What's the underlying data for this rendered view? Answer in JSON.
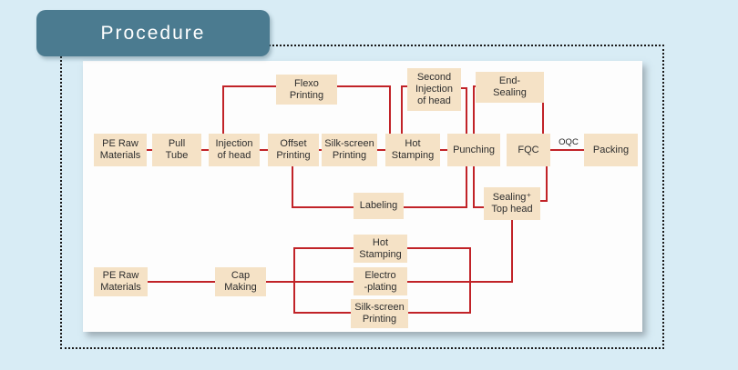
{
  "title": "Procedure",
  "colors": {
    "background": "#d8ecf5",
    "banner_teal": "#4b7b90",
    "panel_white": "#fdfdfd",
    "node_fill": "#f5e2c6",
    "connector_red": "#c12328",
    "dotted_border": "#1a1a1a"
  },
  "flowchart": {
    "edge_label": "OQC",
    "nodes": {
      "pe_raw_1": {
        "label": "PE Raw\nMaterials"
      },
      "pull_tube": {
        "label": "Pull\nTube"
      },
      "injection_head": {
        "label": "Injection\nof head"
      },
      "offset_printing": {
        "label": "Offset\nPrinting"
      },
      "silkscreen_1": {
        "label": "Silk-screen\nPrinting"
      },
      "hot_stamping_1": {
        "label": "Hot\nStamping"
      },
      "punching": {
        "label": "Punching"
      },
      "fqc": {
        "label": "FQC"
      },
      "packing": {
        "label": "Packing"
      },
      "flexo_printing": {
        "label": "Flexo\nPrinting"
      },
      "second_injection": {
        "label": "Second\nInjection\nof head"
      },
      "end_sealing": {
        "label": "End-\nSealing"
      },
      "labeling": {
        "label": "Labeling"
      },
      "sealing_top_head": {
        "label": "Sealing⁺\nTop head"
      },
      "pe_raw_2": {
        "label": "PE Raw\nMaterials"
      },
      "cap_making": {
        "label": "Cap\nMaking"
      },
      "hot_stamping_2": {
        "label": "Hot\nStamping"
      },
      "electro_plating": {
        "label": "Electro\n-plating"
      },
      "silkscreen_2": {
        "label": "Silk-screen\nPrinting"
      }
    },
    "edges": [
      [
        "pe_raw_1",
        "pull_tube"
      ],
      [
        "pull_tube",
        "injection_head"
      ],
      [
        "injection_head",
        "offset_printing"
      ],
      [
        "offset_printing",
        "silkscreen_1"
      ],
      [
        "silkscreen_1",
        "hot_stamping_1"
      ],
      [
        "hot_stamping_1",
        "punching"
      ],
      [
        "injection_head",
        "flexo_printing"
      ],
      [
        "flexo_printing",
        "hot_stamping_1"
      ],
      [
        "hot_stamping_1",
        "second_injection"
      ],
      [
        "second_injection",
        "punching"
      ],
      [
        "punching",
        "end_sealing"
      ],
      [
        "end_sealing",
        "fqc"
      ],
      [
        "offset_printing",
        "labeling"
      ],
      [
        "labeling",
        "punching"
      ],
      [
        "punching",
        "sealing_top_head"
      ],
      [
        "sealing_top_head",
        "fqc"
      ],
      [
        "fqc",
        "packing"
      ],
      [
        "pe_raw_2",
        "cap_making"
      ],
      [
        "cap_making",
        "hot_stamping_2"
      ],
      [
        "cap_making",
        "electro_plating"
      ],
      [
        "cap_making",
        "silkscreen_2"
      ],
      [
        "hot_stamping_2",
        "sealing_top_head"
      ],
      [
        "electro_plating",
        "sealing_top_head"
      ],
      [
        "silkscreen_2",
        "sealing_top_head"
      ]
    ]
  }
}
